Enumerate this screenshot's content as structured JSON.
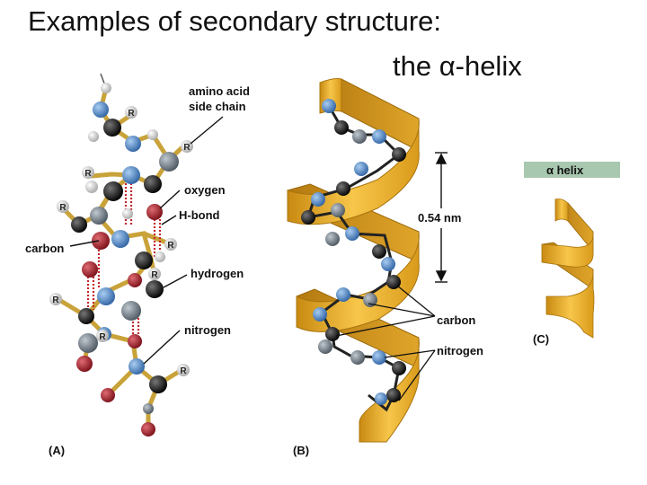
{
  "title": {
    "line1": "Examples of secondary structure:",
    "line2": "the α-helix"
  },
  "panel_a": {
    "id_label": "(A)",
    "labels": {
      "side_chain_1": "amino acid",
      "side_chain_2": "side chain",
      "oxygen": "oxygen",
      "hbond": "H-bond",
      "carbon": "carbon",
      "hydrogen": "hydrogen",
      "nitrogen": "nitrogen"
    },
    "r_label": "R"
  },
  "panel_b": {
    "id_label": "(B)",
    "pitch": "0.54 nm",
    "carbon": "carbon",
    "nitrogen": "nitrogen"
  },
  "panel_c": {
    "id_label": "(C)",
    "header": "α helix"
  },
  "colors": {
    "carbon": "#1a1a1a",
    "nitrogen": "#4f86c6",
    "oxygen": "#b3202a",
    "hydrogen": "#eeeeee",
    "alpha_carbon": "#7a8590",
    "ribbon": "#f2b431",
    "ribbon_dark": "#c98a12",
    "header_bg": "#a9c8b0",
    "bond": "#c9a33a"
  }
}
